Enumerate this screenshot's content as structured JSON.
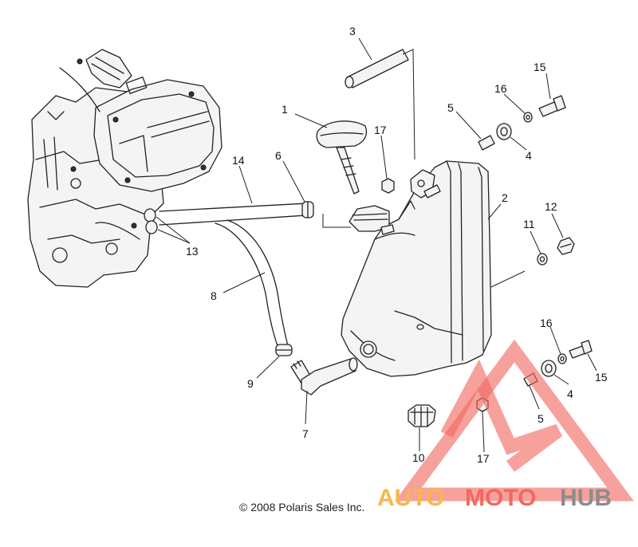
{
  "callouts": [
    {
      "id": "c1",
      "label": "1"
    },
    {
      "id": "c2",
      "label": "2"
    },
    {
      "id": "c3",
      "label": "3"
    },
    {
      "id": "c4a",
      "label": "4"
    },
    {
      "id": "c4b",
      "label": "4"
    },
    {
      "id": "c5a",
      "label": "5"
    },
    {
      "id": "c5b",
      "label": "5"
    },
    {
      "id": "c6",
      "label": "6"
    },
    {
      "id": "c7",
      "label": "7"
    },
    {
      "id": "c8",
      "label": "8"
    },
    {
      "id": "c9",
      "label": "9"
    },
    {
      "id": "c10",
      "label": "10"
    },
    {
      "id": "c11",
      "label": "11"
    },
    {
      "id": "c12",
      "label": "12"
    },
    {
      "id": "c13",
      "label": "13"
    },
    {
      "id": "c14",
      "label": "14"
    },
    {
      "id": "c15a",
      "label": "15"
    },
    {
      "id": "c15b",
      "label": "15"
    },
    {
      "id": "c16a",
      "label": "16"
    },
    {
      "id": "c16b",
      "label": "16"
    },
    {
      "id": "c17a",
      "label": "17"
    },
    {
      "id": "c17b",
      "label": "17"
    }
  ],
  "copyright": "© 2008 Polaris Sales Inc.",
  "watermark": {
    "auto": "AUTO",
    "moto": "MOTO",
    "hub": "HUB",
    "colors": {
      "triangle": "#f2685f",
      "auto": "#f6b84a",
      "moto": "#f2685f",
      "hub": "#8c8c8c"
    }
  }
}
